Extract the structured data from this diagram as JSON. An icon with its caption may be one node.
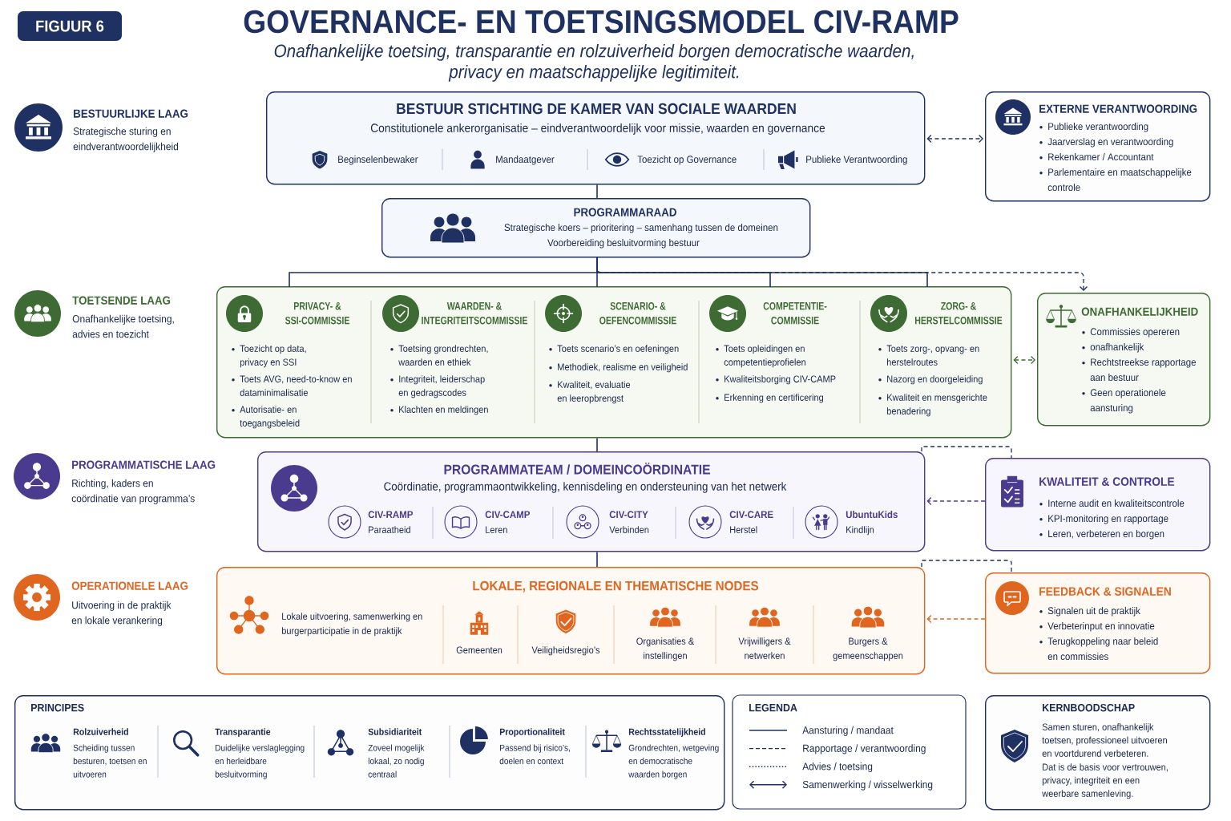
{
  "diagram": {
    "title": "GOVERNANCE- EN TOETSINGSMODEL CIV-RAMP",
    "nodes": [
      {
        "text": [
          "FIGUUR 6"
        ]
      },
      {
        "text": [
          "BESTUUR STICHTING DE KAMER VAN SOCIALE WAARDEN",
          "Constitutionele ankerorganisatie – eindverantwoordelijk voor missie, waarden en governance",
          "Beginselenbewaker",
          "Mandaatgever",
          "Toezicht op Governance",
          "Publieke Verantwoording"
        ]
      },
      {
        "text": [
          "EXTERNE VERANTWOORDING",
          "Publieke verantwoording",
          "Jaarverslag en verantwoording",
          "Rekenkamer / Accountant",
          "Parlementaire en maatschappelijke controle"
        ]
      },
      {
        "text": [
          "PROGRAMMARAAD",
          "Strategische koers – prioritering – samenhang tussen de domeinen",
          "Voorbereiding besluitvorming bestuur"
        ]
      },
      {
        "text": [],
        "shape": "box"
      },
      {
        "text": [
          "PRIVACY- & SSI-COMMISSIE",
          "Toezicht op data, privacy en SSI",
          "Toets AVG, need-to-know en dataminimalisatie",
          "Autorisatie- en toegangsbeleid"
        ],
        "in": 4
      },
      {
        "text": [
          "WAARDEN- & INTEGRITEITSCOMMISSIE",
          "Toetsing grondrechten, waarden en ethiek",
          "Integriteit, leiderschap en gedragscodes",
          "Klachten en meldingen"
        ],
        "in": 4
      },
      {
        "text": [
          "SCENARIO- & OEFENCOMMISSIE",
          "Toets scenario’s en oefeningen",
          "Methodiek, realisme en veiligheid",
          "Kwaliteit, evaluatie en leeropbrengst"
        ],
        "in": 4
      },
      {
        "text": [
          "COMPETENTIE- COMMISSIE",
          "Toets opleidingen en competentieprofielen",
          "Kwaliteitsborging CIV-CAMP",
          "Erkenning en certificering"
        ],
        "in": 4
      },
      {
        "text": [
          "ZORG- & HERSTELCOMMISSIE",
          "Toets zorg-, opvang- en herstelroutes",
          "Nazorg en doorgeleiding",
          "Kwaliteit en mensgerichte benadering"
        ],
        "in": 4
      },
      {
        "text": [
          "ONAFHANKELIJKHEID",
          "Commissies opereren",
          "onafhankelijk",
          "Rechtstreekse rapportage aan bestuur",
          "Geen operationele aansturing"
        ]
      },
      {
        "text": [
          "PROGRAMMATEAM / DOMEINCOÖRDINATIE",
          "Coördinatie, programmaontwikkeling, kennisdeling en ondersteuning van het netwerk",
          "CIV-RAMP",
          "Paraatheid",
          "CIV-CAMP",
          "Leren",
          "CIV-CITY",
          "Verbinden",
          "CIV-CARE",
          "Herstel",
          "UbuntuKids",
          "Kindlijn"
        ]
      },
      {
        "text": [
          "KWALITEIT & CONTROLE",
          "Interne audit en kwaliteitscontrole",
          "KPI-monitoring en rapportage",
          "Leren, verbeteren en borgen"
        ]
      },
      {
        "text": [
          "LOKALE, REGIONALE EN THEMATISCHE NODES",
          "Lokale uitvoering, samenwerking en burgerparticipatie in de praktijk",
          "Gemeenten",
          "Veiligheidsregio’s",
          "Organisaties & instellingen",
          "Vrijwilligers & netwerken",
          "Burgers & gemeenschappen"
        ]
      },
      {
        "text": [
          "FEEDBACK & SIGNALEN",
          "Signalen uit de praktijk",
          "Verbeterinput en innovatie",
          "Terugkoppeling naar beleid en commissies"
        ]
      },
      {
        "text": [
          "PRINCIPES",
          "Rolzuiverheid",
          "Scheiding tussen besturen, toetsen en uitvoeren",
          "Transparantie",
          "Duidelijke verslaglegging en herleidbare besluitvorming",
          "Subsidiariteit",
          "Zoveel mogelijk lokaal, zo nodig centraal",
          "Proportionaliteit",
          "Passend bij risico’s, doelen en context",
          "Rechtsstatelijkheid",
          "Grondrechten, wetgeving en democratische waarden borgen"
        ]
      },
      {
        "text": [
          "KERNBOODSCHAP",
          "Samen sturen, onafhankelijk toetsen, professioneel uitvoeren en voortdurend verbeteren.",
          "Dat is de basis voor vertrouwen, privacy, integriteit en een weerbare samenleving."
        ]
      }
    ],
    "edges": [
      {
        "from": 1,
        "to": 2,
        "arrow": "both",
        "style": "dashed"
      },
      {
        "from": 1,
        "to": 3,
        "arrow": "none"
      },
      {
        "from": 3,
        "to": 5,
        "arrow": "none"
      },
      {
        "from": 3,
        "to": 7,
        "arrow": "none"
      },
      {
        "from": 3,
        "to": 8,
        "arrow": "none"
      },
      {
        "from": 3,
        "to": 9,
        "arrow": "none"
      },
      {
        "from": 3,
        "to": 10,
        "arrow": "to",
        "style": "dashed"
      },
      {
        "from": 4,
        "to": 10,
        "arrow": "both",
        "style": "dashed",
        "color": "#3d6b33"
      },
      {
        "from": 4,
        "to": 11,
        "arrow": "none"
      },
      {
        "from": 11,
        "to": 12,
        "arrow": "none",
        "style": "dashed"
      },
      {
        "from": 12,
        "to": 11,
        "arrow": "to",
        "style": "dashed",
        "color": "#4b3b8e"
      },
      {
        "from": 11,
        "to": 13,
        "arrow": "none"
      },
      {
        "from": 13,
        "to": 14,
        "arrow": "none",
        "style": "dashed"
      },
      {
        "from": 14,
        "to": 13,
        "arrow": "to",
        "style": "dashed",
        "color": "#e0661f"
      }
    ],
    "labels": [
      "Onafhankelijke toetsing, transparantie en rolzuiverheid borgen democratische waarden, privacy en maatschappelijke legitimiteit.",
      "BESTUURLIJKE LAAG",
      "Strategische sturing en eindverantwoordelijkheid",
      "TOETSENDE LAAG",
      "Onafhankelijke toetsing, advies en toezicht",
      "PROGRAMMATISCHE LAAG",
      "Richting, kaders en coördinatie van programma’s",
      "OPERATIONELE LAAG",
      "Uitvoering in de praktijk en lokale verankering",
      "LEGENDA"
    ],
    "legend": [
      {
        "text": "Aansturing / mandaat"
      },
      {
        "text": "Rapportage / verantwoording"
      },
      {
        "text": "Advies / toetsing"
      },
      {
        "text": "Samenwerking / wisselwerking"
      }
    ]
  }
}
